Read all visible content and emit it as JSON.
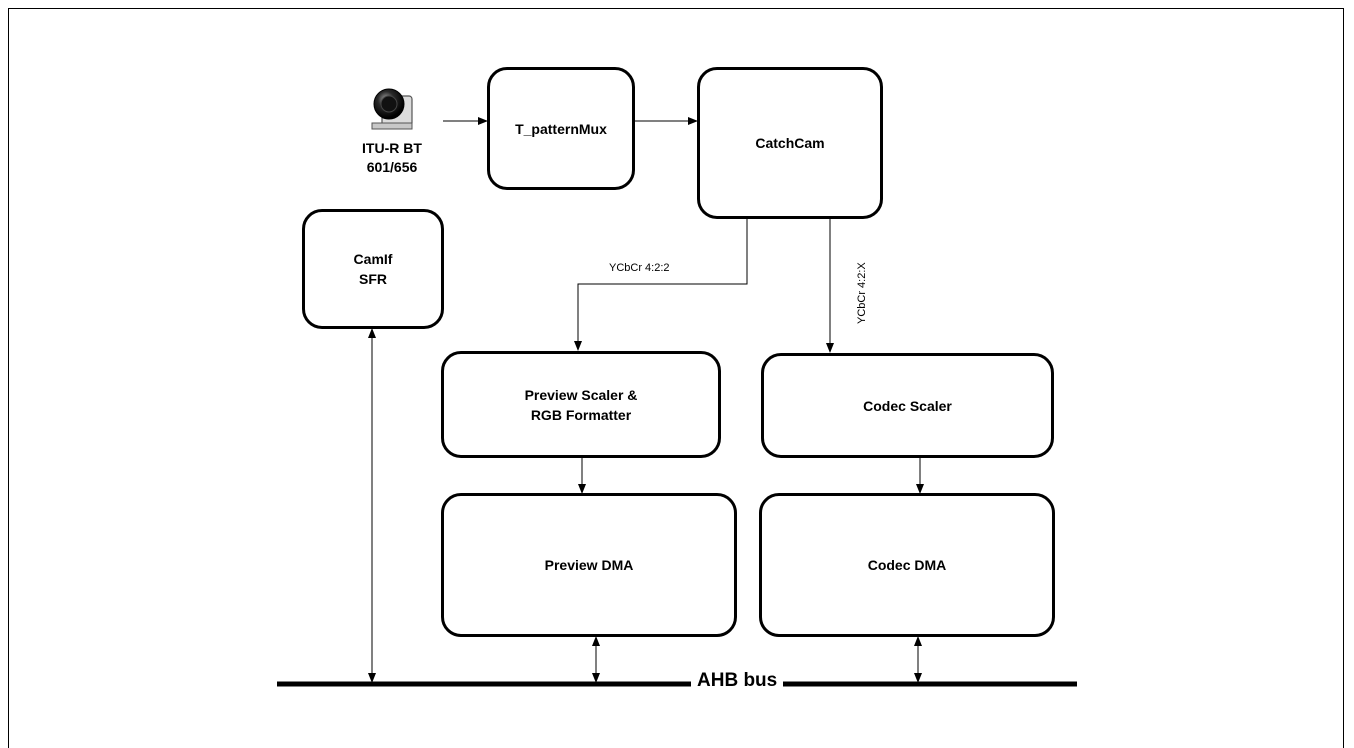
{
  "source": {
    "icon": "camera-icon",
    "label": "ITU-R BT\n601/656"
  },
  "blocks": {
    "pattern_mux": "T_patternMux",
    "catch_cam": "CatchCam",
    "camif_sfr": "CamIf\nSFR",
    "preview_scaler": "Preview Scaler &\nRGB Formatter",
    "codec_scaler": "Codec Scaler",
    "preview_dma": "Preview DMA",
    "codec_dma": "Codec DMA"
  },
  "signals": {
    "preview_path": "YCbCr 4:2:2",
    "codec_path": "YCbCr 4:2:X"
  },
  "bus": {
    "label": "AHB bus"
  },
  "colors": {
    "line": "#000000",
    "background": "#ffffff"
  }
}
